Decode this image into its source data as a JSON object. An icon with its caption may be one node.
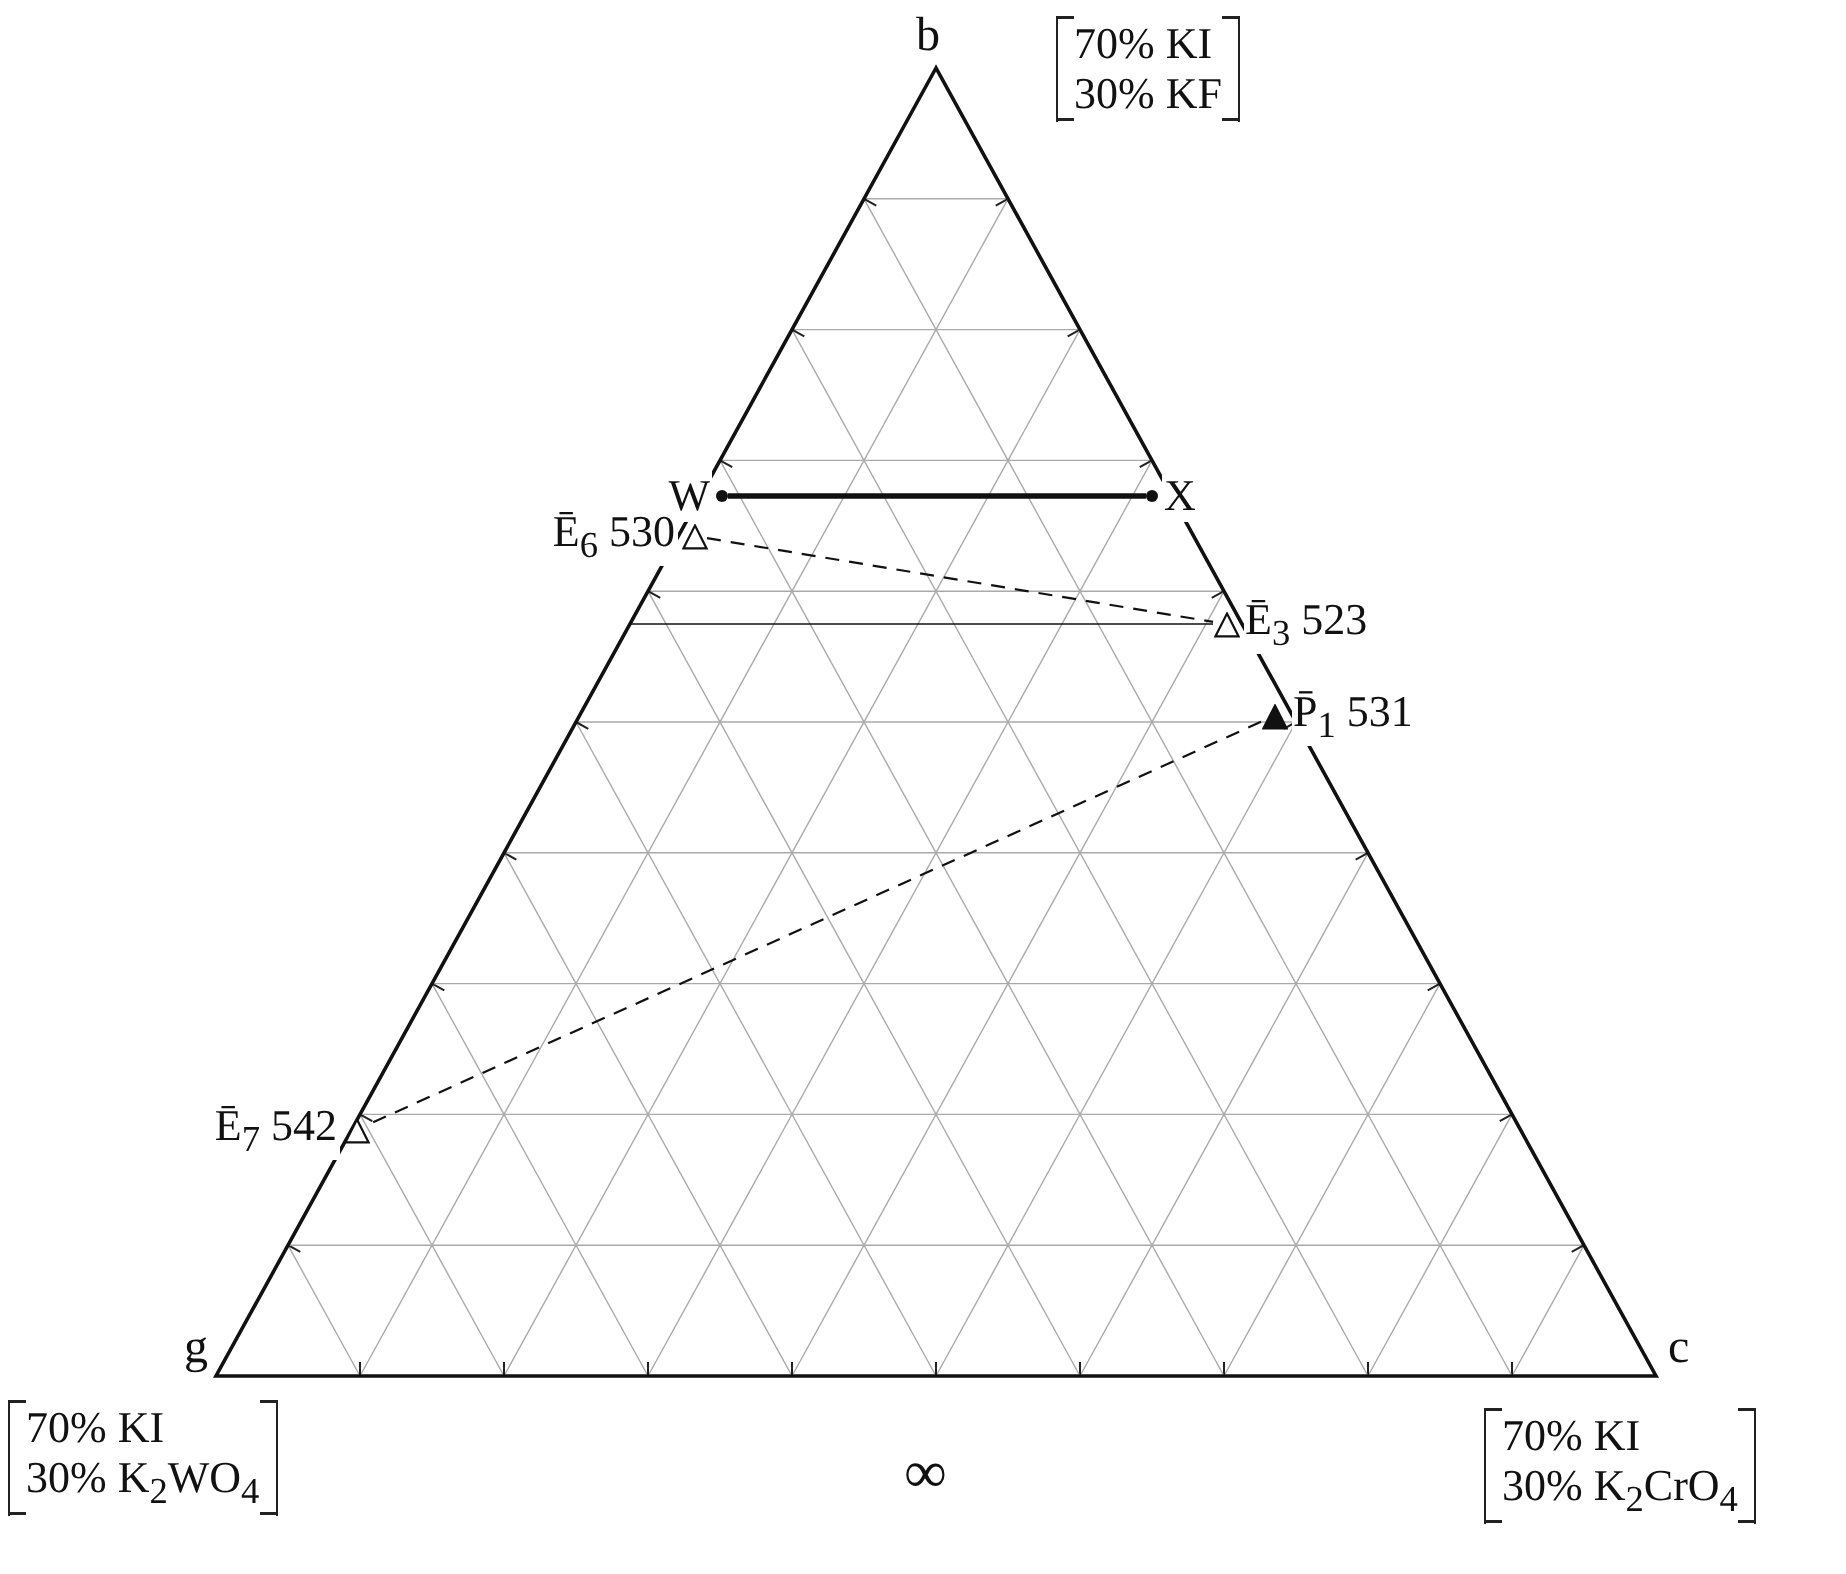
{
  "diagram": {
    "nodes": [
      {
        "text": [
          "W"
        ]
      },
      {
        "text": [
          "X"
        ]
      },
      {
        "text": [
          "Ē$_{6}$ 530"
        ]
      },
      {
        "text": [
          "Ē$_{3}$ 523"
        ]
      },
      {
        "text": [
          "P̄$_{1}$ 531"
        ]
      },
      {
        "text": [
          "Ē$_{7}$ 542"
        ]
      }
    ],
    "edges": [
      {
        "from": 0,
        "to": 1,
        "arrow": "none",
        "style": "thick"
      },
      {
        "from": 2,
        "to": 3,
        "arrow": "none",
        "style": "dashed"
      },
      {
        "from": null,
        "to": 3,
        "arrow": "none"
      },
      {
        "from": 4,
        "to": 5,
        "arrow": "none",
        "style": "dashed"
      }
    ],
    "labels": [
      "b",
      "70% KI",
      "30% KF",
      "g",
      "c",
      "70% KI",
      "30% K$_{2}$WO$_{4}$",
      "∞",
      "70% KI",
      "30% K$_{2}$CrO$_{4}$"
    ]
  }
}
